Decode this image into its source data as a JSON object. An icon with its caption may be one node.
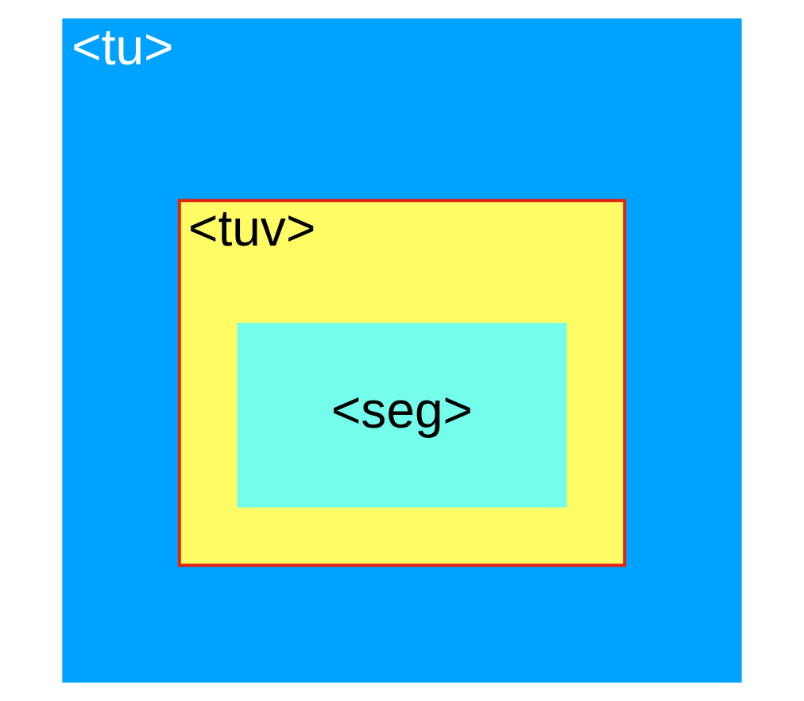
{
  "diagram": {
    "nodes": [
      {
        "text": [
          "<tu>"
        ]
      },
      {
        "text": [
          "<tuv>"
        ],
        "in": 0
      },
      {
        "text": [
          "<seg>"
        ],
        "in": 1
      }
    ]
  }
}
